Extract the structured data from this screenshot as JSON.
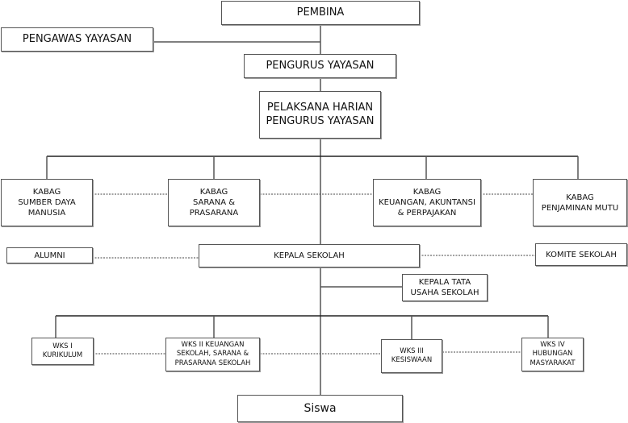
{
  "diagram": {
    "type": "org-chart",
    "nodes": {
      "pembina": "PEMBINA",
      "pengawas": "PENGAWAS YAYASAN",
      "pengurus": "PENGURUS YAYASAN",
      "pelaksana": "PELAKSANA HARIAN\nPENGURUS YAYASAN",
      "kabag_sdm": "KABAG\nSUMBER DAYA\nMANUSIA",
      "kabag_sarana": "KABAG\nSARANA &\nPRASARANA",
      "kabag_keuangan": "KABAG\nKEUANGAN, AKUNTANSI\n& PERPAJAKAN",
      "kabag_mutu": "KABAG\nPENJAMINAN MUTU",
      "alumni": "ALUMNI",
      "kepala_sekolah": "KEPALA SEKOLAH",
      "komite": "KOMITE SEKOLAH",
      "kepala_tu": "KEPALA TATA\nUSAHA SEKOLAH",
      "wks1": "WKS I\nKURIKULUM",
      "wks2": "WKS II KEUANGAN\nSEKOLAH, SARANA &\nPRASARANA SEKOLAH",
      "wks3": "WKS III\nKESISWAAN",
      "wks4": "WKS IV\nHUBUNGAN\nMASYARAKAT",
      "siswa": "Siswa"
    },
    "edges_solid": [
      [
        "pembina",
        "pengurus"
      ],
      [
        "pengawas",
        "pembina-line"
      ],
      [
        "pengurus",
        "pelaksana"
      ],
      [
        "pelaksana",
        "kabag_sdm"
      ],
      [
        "pelaksana",
        "kabag_sarana"
      ],
      [
        "pelaksana",
        "kabag_keuangan"
      ],
      [
        "pelaksana",
        "kabag_mutu"
      ],
      [
        "pelaksana",
        "kepala_sekolah"
      ],
      [
        "kepala_sekolah",
        "kepala_tu"
      ],
      [
        "kepala_sekolah",
        "wks1"
      ],
      [
        "kepala_sekolah",
        "wks2"
      ],
      [
        "kepala_sekolah",
        "wks3"
      ],
      [
        "kepala_sekolah",
        "wks4"
      ],
      [
        "kepala_sekolah",
        "siswa"
      ]
    ],
    "edges_dotted": [
      [
        "kabag_sdm",
        "kabag_sarana"
      ],
      [
        "kabag_sarana",
        "kabag_keuangan"
      ],
      [
        "kabag_keuangan",
        "kabag_mutu"
      ],
      [
        "alumni",
        "kepala_sekolah"
      ],
      [
        "kepala_sekolah",
        "komite"
      ],
      [
        "wks1",
        "wks2"
      ],
      [
        "wks2",
        "wks3"
      ],
      [
        "wks3",
        "wks4"
      ]
    ]
  }
}
